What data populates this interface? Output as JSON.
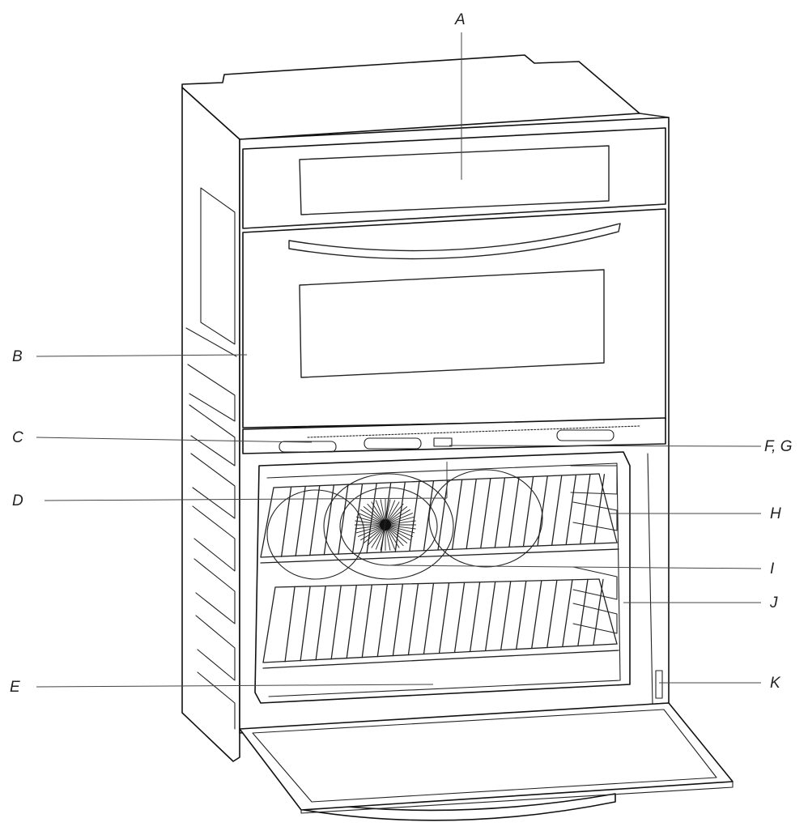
{
  "callouts": {
    "A": "A",
    "B": "B",
    "C": "C",
    "D": "D",
    "E": "E",
    "FG": "F, G",
    "H": "H",
    "I": "I",
    "J": "J",
    "K": "K"
  }
}
